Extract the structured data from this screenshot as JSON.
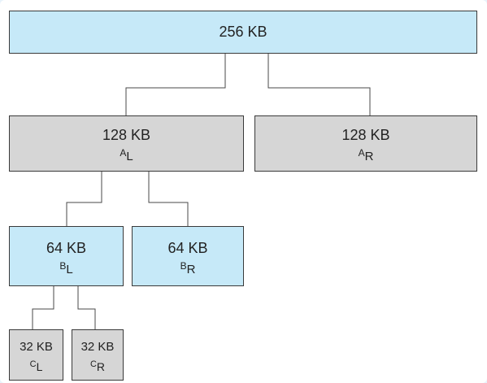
{
  "root": {
    "size": "256 KB"
  },
  "a_left": {
    "size": "128 KB",
    "letter": "A",
    "side": "L"
  },
  "a_right": {
    "size": "128 KB",
    "letter": "A",
    "side": "R"
  },
  "b_left": {
    "size": "64 KB",
    "letter": "B",
    "side": "L"
  },
  "b_right": {
    "size": "64 KB",
    "letter": "B",
    "side": "R"
  },
  "c_left": {
    "size": "32 KB",
    "letter": "C",
    "side": "L"
  },
  "c_right": {
    "size": "32 KB",
    "letter": "C",
    "side": "R"
  },
  "colors": {
    "free_block": "#c6e9f8",
    "split_block": "#d6d6d6",
    "outline": "#3a3a3a"
  }
}
